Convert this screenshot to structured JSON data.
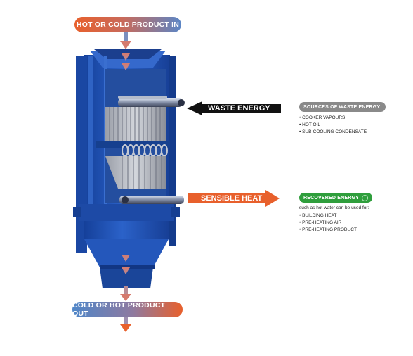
{
  "top_label": "HOT OR COLD PRODUCT IN",
  "bottom_label": "COLD OR HOT PRODUCT OUT",
  "waste_label": "WASTE ENERGY",
  "sensible_label": "SENSIBLE HEAT",
  "sources": {
    "title": "SOURCES OF WASTE ENERGY:",
    "items": [
      "COOKER VAPOURS",
      "HOT OIL",
      "SUB-COOLING CONDENSATE"
    ]
  },
  "recovered": {
    "title": "RECOVERED ENERGY",
    "intro": "such as hot water can be used for:",
    "items": [
      "BUILDING HEAT",
      "PRE-HEATING AIR",
      "PRE-HEATING PRODUCT"
    ]
  },
  "colors": {
    "machine_blue": "#1f4fb0",
    "orange": "#e8602c",
    "dark_gray": "#8a8a8a",
    "green": "#2f9e3c",
    "black": "#111111"
  }
}
